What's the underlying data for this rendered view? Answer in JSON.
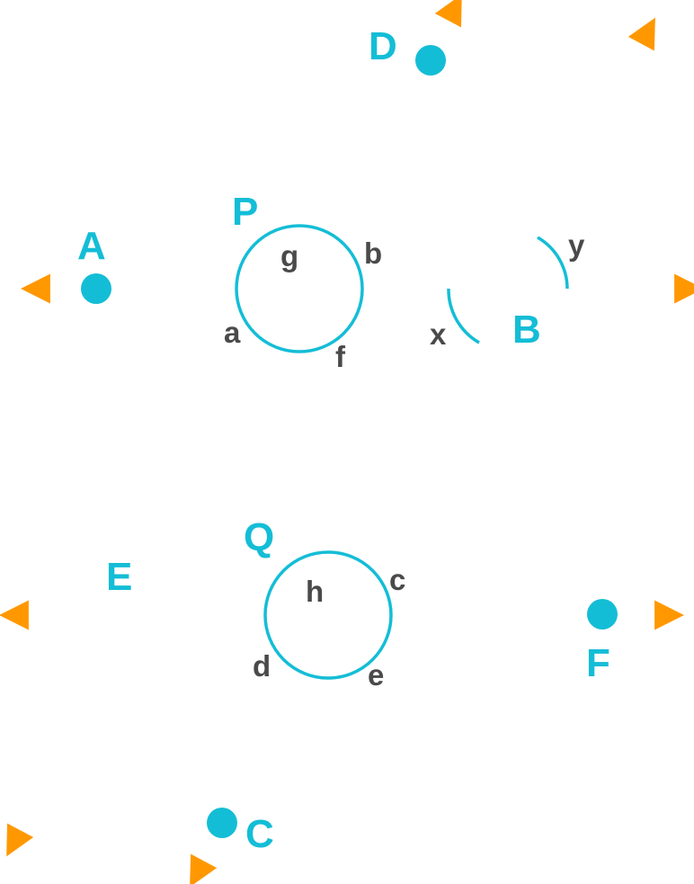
{
  "colors": {
    "line": "#FF9800",
    "accent": "#14BDD6",
    "angle_text": "#4A4A4A",
    "background": "#FFFFFF"
  },
  "points": {
    "A": "A",
    "B": "B",
    "C": "C",
    "D": "D",
    "E": "E",
    "F": "F",
    "P": "P",
    "Q": "Q"
  },
  "angles": {
    "a": "a",
    "b": "b",
    "c": "c",
    "d": "d",
    "e": "e",
    "f": "f",
    "g": "g",
    "h": "h",
    "x": "x",
    "y": "y"
  }
}
